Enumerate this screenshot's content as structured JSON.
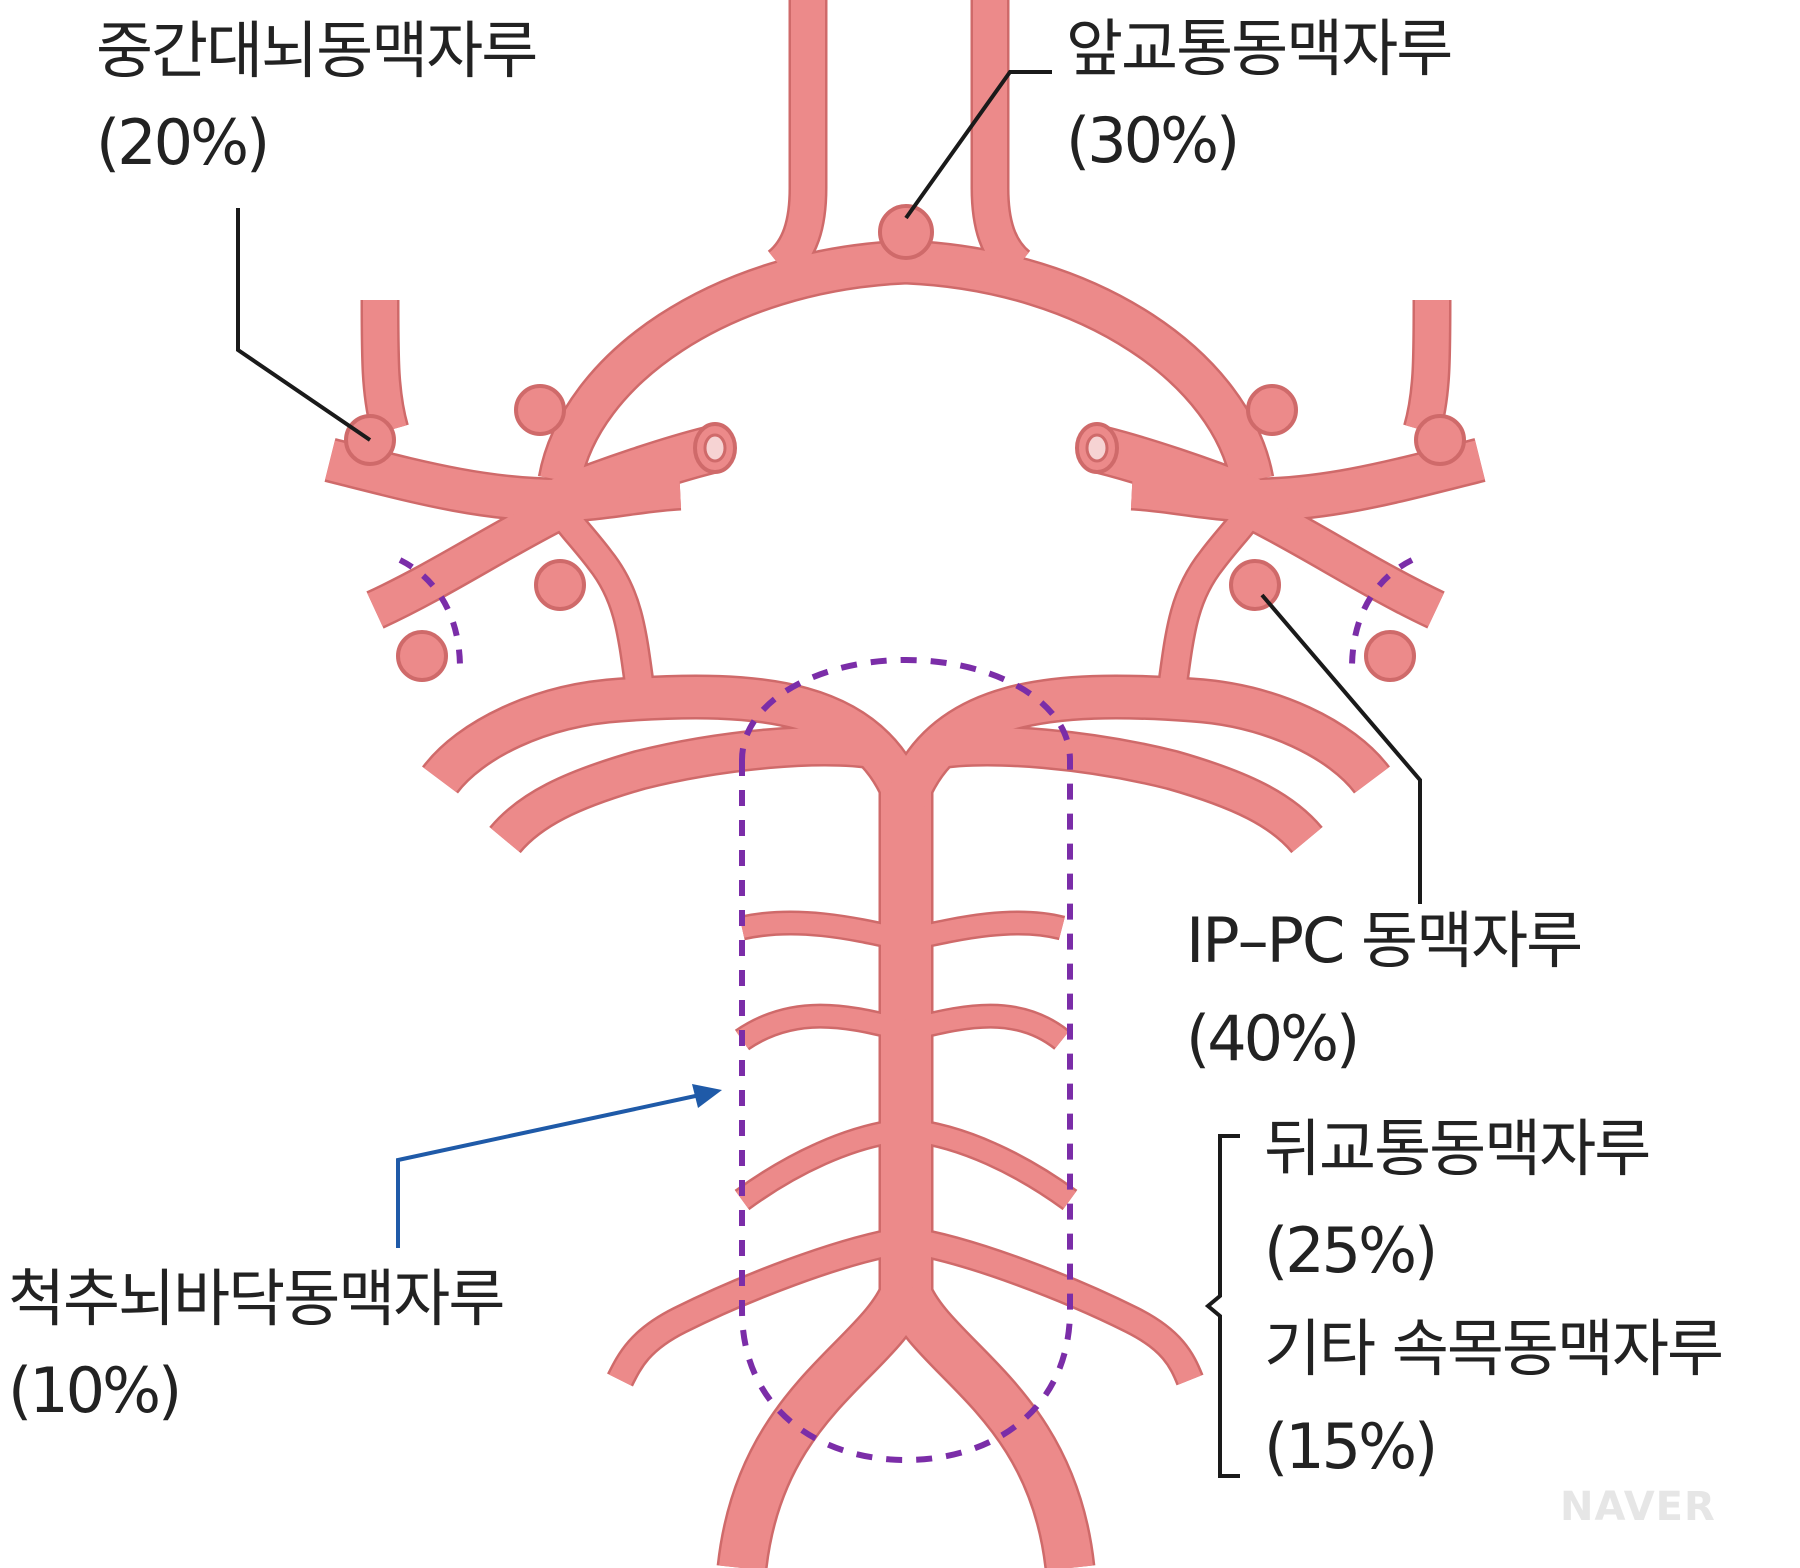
{
  "colors": {
    "artery_fill": "#ec8a8a",
    "artery_stroke": "#cf6a6a",
    "leader_line": "#1a1a1a",
    "dashed_region": "#7b2da8",
    "arrow": "#1f5aa8",
    "text": "#222222"
  },
  "labels": {
    "mca": {
      "name": "중간대뇌동맥자루",
      "percent": "(20%)"
    },
    "acom": {
      "name": "앞교통동맥자루",
      "percent": "(30%)"
    },
    "ippc": {
      "name": "IP–PC 동맥자루",
      "percent": "(40%)"
    },
    "pcom": {
      "name": "뒤교통동맥자루",
      "percent": "(25%)"
    },
    "ica_other": {
      "name": "기타 속목동맥자루",
      "percent": "(15%)"
    },
    "vb": {
      "name": "척추뇌바닥동맥자루",
      "percent": "(10%)"
    }
  },
  "watermark": "NAVER"
}
